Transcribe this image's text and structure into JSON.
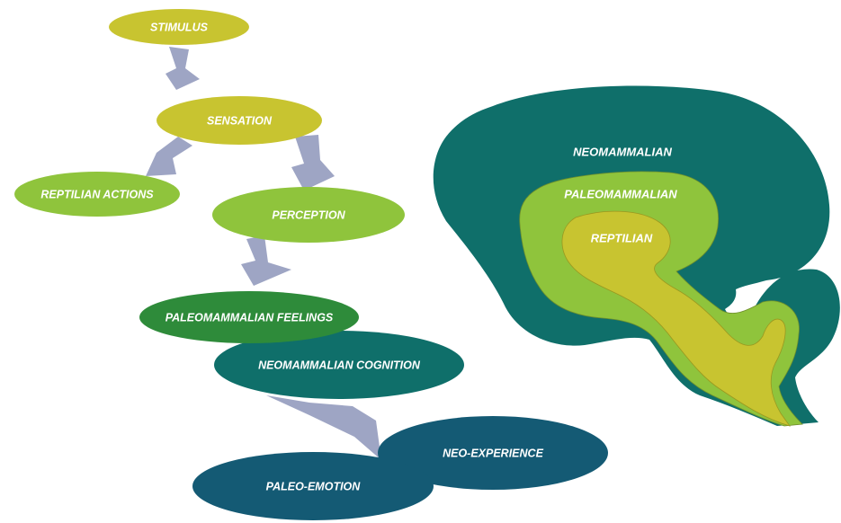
{
  "flow": {
    "stimulus": "STIMULUS",
    "sensation": "SENSATION",
    "reptilian_actions": "REPTILIAN ACTIONS",
    "perception": "PERCEPTION",
    "paleomammalian_feelings": "PALEOMAMMALIAN FEELINGS",
    "neomammalian_cognition": "NEOMAMMALIAN COGNITION",
    "neo_experience": "NEO-EXPERIENCE",
    "paleo_emotion": "PALEO-EMOTION"
  },
  "brain": {
    "neomammalian": "NEOMAMMALIAN",
    "paleomammalian": "PALEOMAMMALIAN",
    "reptilian": "REPTILIAN"
  },
  "colors": {
    "yellow_green": "#c8c430",
    "light_green": "#8fc43c",
    "mid_green": "#2e8b3a",
    "teal": "#0f6f6a",
    "dark_teal": "#145a74",
    "arrow": "#9ea5c4",
    "brain_outer": "#0f6f6a",
    "brain_middle": "#8fc43c",
    "brain_inner": "#c8c430"
  }
}
